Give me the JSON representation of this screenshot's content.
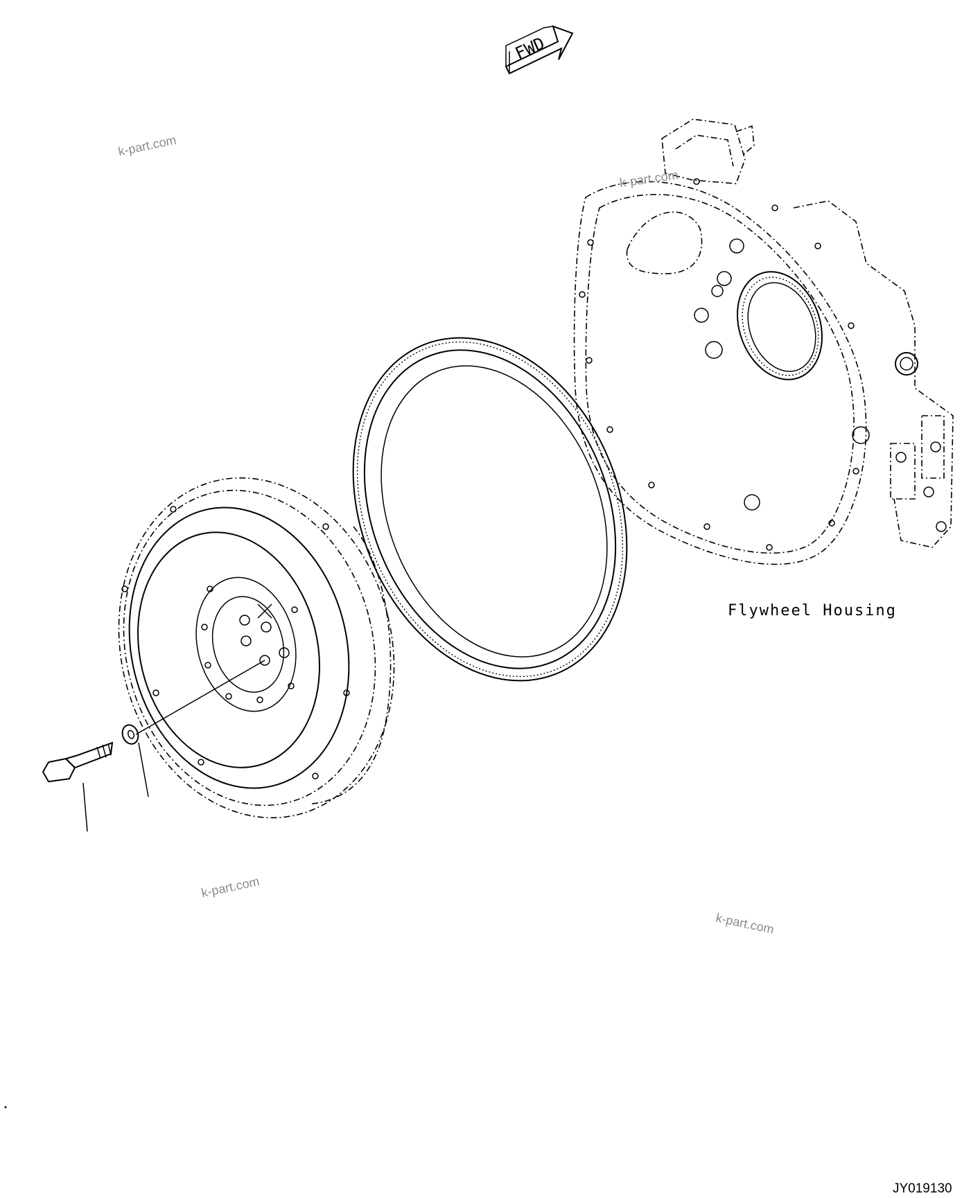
{
  "diagram": {
    "fwd_label": "FWD",
    "component_label": "Flywheel Housing",
    "drawing_code": "JY019130",
    "watermarks": [
      "k-part.com",
      "k-part.com",
      "k-part.com",
      "k-part.com"
    ]
  }
}
